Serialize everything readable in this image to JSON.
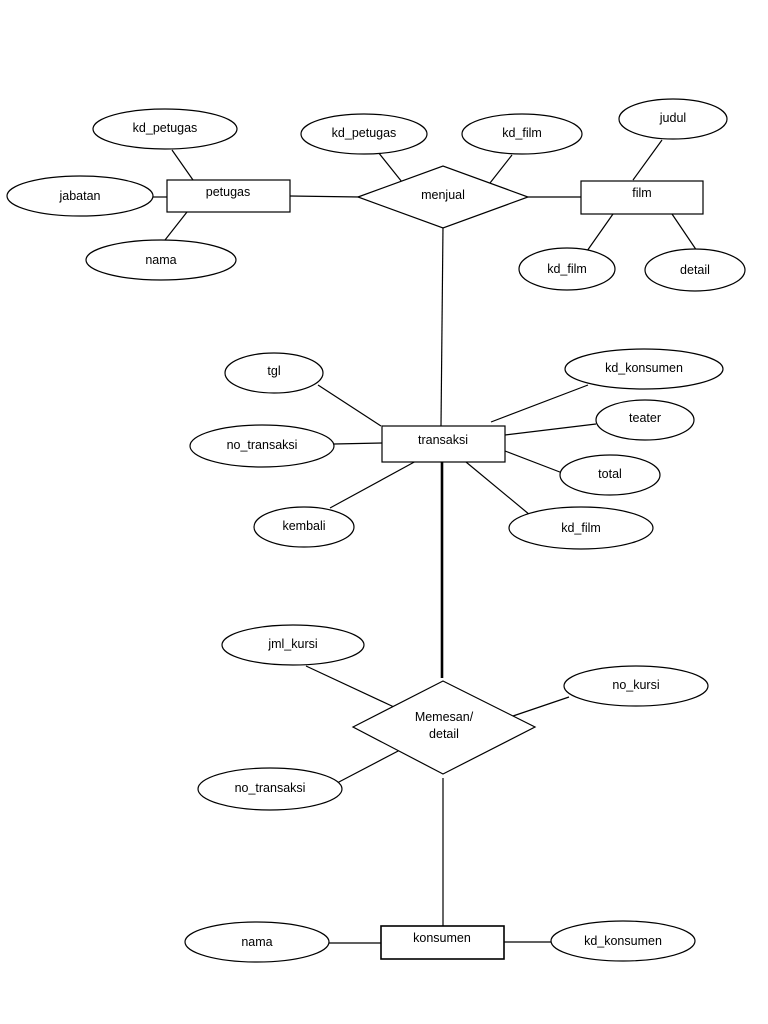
{
  "entities": {
    "petugas": "petugas",
    "film": "film",
    "transaksi": "transaksi",
    "konsumen": "konsumen"
  },
  "relationships": {
    "menjual": "menjual",
    "memesan_line1": "Memesan/",
    "memesan_line2": "detail"
  },
  "attributes": {
    "petugas_kd_petugas": "kd_petugas",
    "petugas_jabatan": "jabatan",
    "petugas_nama": "nama",
    "menjual_kd_petugas": "kd_petugas",
    "menjual_kd_film": "kd_film",
    "film_judul": "judul",
    "film_kd_film": "kd_film",
    "film_detail": "detail",
    "transaksi_tgl": "tgl",
    "transaksi_no_transaksi": "no_transaksi",
    "transaksi_kembali": "kembali",
    "transaksi_kd_konsumen": "kd_konsumen",
    "transaksi_teater": "teater",
    "transaksi_total": "total",
    "transaksi_kd_film": "kd_film",
    "memesan_jml_kursi": "jml_kursi",
    "memesan_no_kursi": "no_kursi",
    "memesan_no_transaksi": "no_transaksi",
    "konsumen_nama": "nama",
    "konsumen_kd_konsumen": "kd_konsumen"
  }
}
